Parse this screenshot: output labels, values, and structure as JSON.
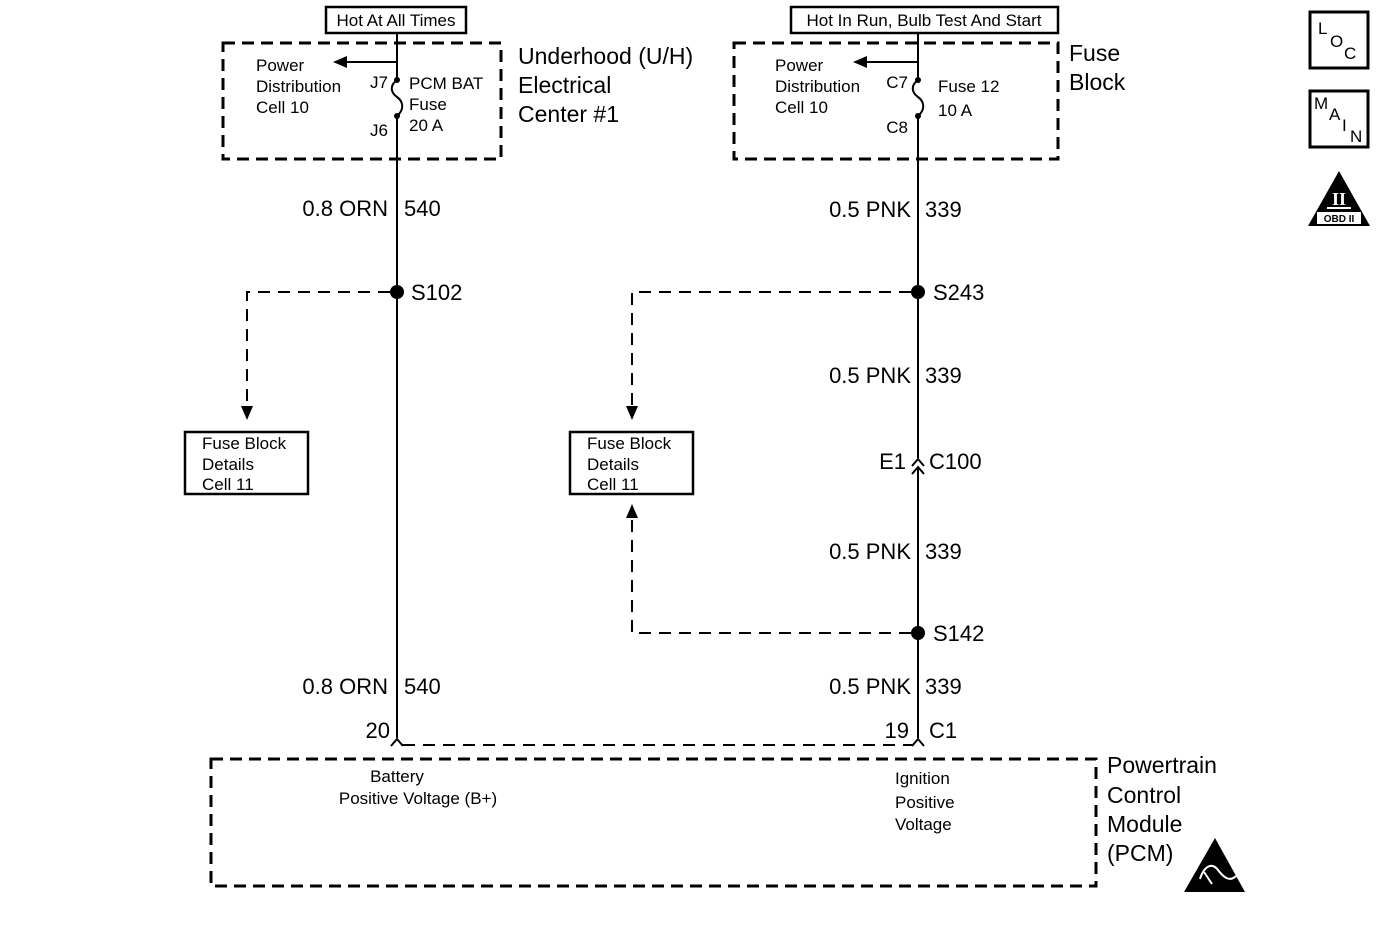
{
  "sources": {
    "left_label": "Hot At All Times",
    "right_label": "Hot In Run, Bulb Test And Start"
  },
  "uh_center": {
    "title_lines": [
      "Underhood (U/H)",
      "Electrical",
      "Center #1"
    ],
    "ref_lines": [
      "Power",
      "Distribution",
      "Cell 10"
    ],
    "pin_in": "J7",
    "pin_out": "J6",
    "fuse_lines": [
      "PCM BAT",
      "Fuse",
      "20 A"
    ]
  },
  "fuse_block": {
    "title_lines": [
      "Fuse",
      "Block"
    ],
    "ref_lines": [
      "Power",
      "Distribution",
      "Cell 10"
    ],
    "pin_in": "C7",
    "pin_out": "C8",
    "fuse_lines": [
      "Fuse 12",
      "10 A"
    ]
  },
  "left_circuit": {
    "wire_top": {
      "size_color": "0.8 ORN",
      "circuit": "540"
    },
    "splice": "S102",
    "wire_bottom": {
      "size_color": "0.8 ORN",
      "circuit": "540"
    },
    "pcm_pin": "20"
  },
  "right_circuit": {
    "wire_1": {
      "size_color": "0.5 PNK",
      "circuit": "339"
    },
    "splice_1": "S243",
    "wire_2": {
      "size_color": "0.5 PNK",
      "circuit": "339"
    },
    "connector_pin": "E1",
    "connector": "C100",
    "wire_3": {
      "size_color": "0.5 PNK",
      "circuit": "339"
    },
    "splice_2": "S142",
    "wire_4": {
      "size_color": "0.5 PNK",
      "circuit": "339"
    },
    "pcm_pin": "19",
    "pcm_connector": "C1"
  },
  "details_left": [
    "Fuse Block",
    "Details",
    "Cell 11"
  ],
  "details_right": [
    "Fuse Block",
    "Details",
    "Cell 11"
  ],
  "pcm": {
    "title_lines": [
      "Powertrain",
      "Control",
      "Module",
      "(PCM)"
    ],
    "battery_lines": [
      "Battery",
      "Positive Voltage (B+)"
    ],
    "ignition_lines": [
      "Ignition",
      "Positive",
      "Voltage"
    ]
  },
  "side_icons": {
    "loc": [
      "L",
      "O",
      "C"
    ],
    "main": [
      "M",
      "A",
      "I",
      "N"
    ],
    "obd_symbol": "II",
    "obd_label": "OBD II"
  }
}
